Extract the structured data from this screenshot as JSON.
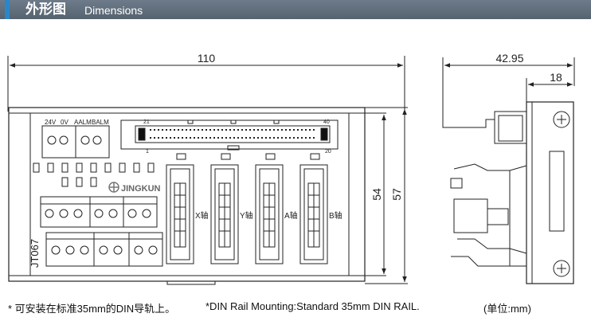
{
  "header": {
    "title_cn": "外形图",
    "title_en": "Dimensions"
  },
  "front_view": {
    "width_label": "110",
    "inner_height_label": "54",
    "outer_height_label": "57",
    "power_terminal_labels": [
      "24V",
      "0V",
      "AALM",
      "BALM"
    ],
    "connector_pin_labels": {
      "top_left": "21",
      "top_right": "40",
      "bottom_left": "1",
      "bottom_right": "20"
    },
    "brand": "JINGKUN",
    "model": "JT067",
    "axis_labels": [
      "X轴",
      "Y轴",
      "A轴",
      "B轴"
    ]
  },
  "side_view": {
    "depth_label": "42.95",
    "rail_label": "18"
  },
  "notes": {
    "cn": "* 可安装在标准35mm的DIN导轨上。",
    "en": "*DIN Rail Mounting:Standard 35mm DIN RAIL.",
    "unit": "(单位:mm)"
  },
  "colors": {
    "header_bg": "#5f6b78",
    "accent": "#2b86c9",
    "line": "#222222"
  }
}
